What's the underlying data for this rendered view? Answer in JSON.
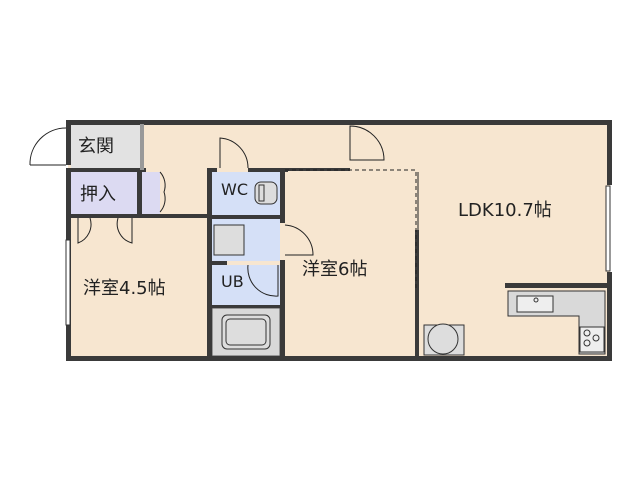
{
  "rooms": {
    "entrance": "玄関",
    "closet": "押入",
    "western_room_small": "洋室4.5帖",
    "toilet": "WC",
    "bathroom": "UB",
    "western_room_large": "洋室6帖",
    "ldk": "LDK10.7帖"
  },
  "colors": {
    "floor": "#f7e6d0",
    "wet_area": "#d5e0f7",
    "closet": "#dcdaf2",
    "entrance": "#e2e2e2",
    "fixture": "#d9d9d9",
    "wall": "#3a3a3a"
  }
}
